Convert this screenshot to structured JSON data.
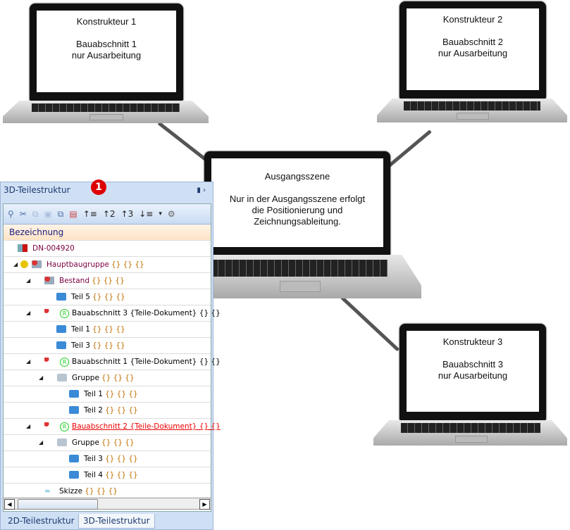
{
  "laptops": {
    "k1": {
      "title": "Konstrukteur 1",
      "line1": "Bauabschnitt 1",
      "line2": "nur Ausarbeitung"
    },
    "k2": {
      "title": "Konstrukteur 2",
      "line1": "Bauabschnitt 2",
      "line2": "nur Ausarbeitung"
    },
    "k3": {
      "title": "Konstrukteur 3",
      "line1": "Bauabschnitt 3",
      "line2": "nur Ausarbeitung"
    },
    "center": {
      "title": "Ausgangsszene",
      "line1": "Nur in der Ausgangsszene erfolgt",
      "line2": "die Positionierung und",
      "line3": "Zeichnungsableitung."
    }
  },
  "panel": {
    "title": "3D-Teilestruktur",
    "badge": "1",
    "column_header": "Bezeichnung",
    "rows": [
      {
        "name": "DN-004920",
        "suffix": ""
      },
      {
        "name": "Hauptbaugruppe",
        "suffix": "{} {} {}"
      },
      {
        "name": "Bestand",
        "suffix": "{} {} {}"
      },
      {
        "name": "Teil 5",
        "suffix": "{} {} {}"
      },
      {
        "name": "Bauabschnitt 3 {Teile-Dokument} {} {}",
        "suffix": ""
      },
      {
        "name": "Teil 1",
        "suffix": "{} {} {}"
      },
      {
        "name": "Teil 3",
        "suffix": "{} {} {}"
      },
      {
        "name": "Bauabschnitt 1 {Teile-Dokument} {} {}",
        "suffix": ""
      },
      {
        "name": "Gruppe",
        "suffix": "{} {} {}"
      },
      {
        "name": "Teil 1",
        "suffix": "{} {} {}"
      },
      {
        "name": "Teil 2",
        "suffix": "{} {} {}"
      },
      {
        "name": "Bauabschnitt 2 {Teile-Dokument} {} {}",
        "suffix": ""
      },
      {
        "name": "Gruppe",
        "suffix": "{} {} {}"
      },
      {
        "name": "Teil 3",
        "suffix": "{} {} {}"
      },
      {
        "name": "Teil 4",
        "suffix": "{} {} {}"
      },
      {
        "name": "Skizze",
        "suffix": "{} {} {}"
      }
    ],
    "tabs": [
      "2D-Teilestruktur",
      "3D-Teilestruktur"
    ]
  }
}
